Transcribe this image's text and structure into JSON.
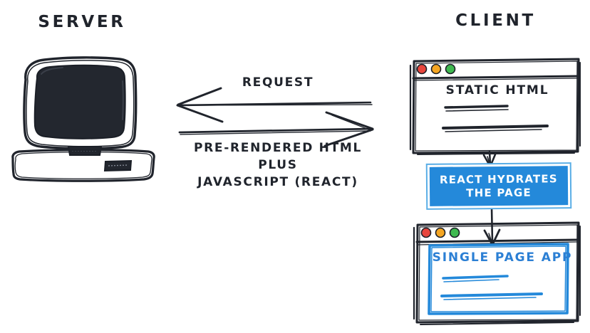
{
  "diagram": {
    "title_server": "SERVER",
    "title_client": "CLIENT",
    "colors": {
      "ink": "#20242c",
      "blue": "#2489da",
      "blue_text": "#2b7fd4",
      "dot_red": "#e8453c",
      "dot_yellow": "#f5a623",
      "dot_green": "#3fb950",
      "background": "#ffffff"
    }
  },
  "server": {
    "label": "SERVER",
    "device": "desktop-computer-illustration"
  },
  "arrows": {
    "request": {
      "label": "REQUEST",
      "direction": "client-to-server"
    },
    "response": {
      "line1": "PRE-RENDERED HTML",
      "line2": "PLUS",
      "line3": "JAVASCRIPT (REACT)",
      "direction": "server-to-client"
    },
    "flow_down_1": "arrow-down-to-hydrate",
    "flow_down_2": "arrow-down-to-spa"
  },
  "client": {
    "label": "CLIENT",
    "window_top": {
      "name": "static-html-window",
      "heading": "STATIC HTML",
      "dots": [
        "red",
        "yellow",
        "green"
      ],
      "content_lines": 2
    },
    "hydrate_step": {
      "text": "REACT HYDRATES\nTHE PAGE",
      "background": "#2489da",
      "text_color": "#ffffff"
    },
    "window_bottom": {
      "name": "single-page-app-window",
      "heading": "SINGLE PAGE APP",
      "dots": [
        "red",
        "yellow",
        "green"
      ],
      "content_lines": 2
    }
  }
}
